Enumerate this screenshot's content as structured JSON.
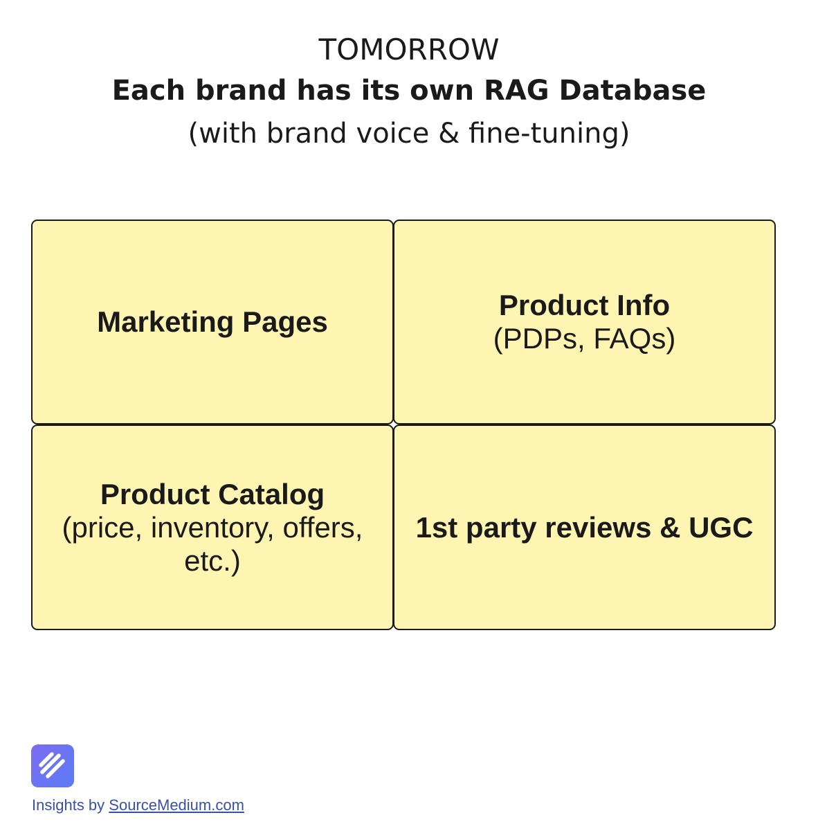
{
  "header": {
    "line1": "TOMORROW",
    "line2": "Each brand has its own RAG Database",
    "line3": "(with brand voice & fine-tuning)"
  },
  "cells": {
    "marketing": {
      "title": "Marketing Pages"
    },
    "product_info": {
      "title": "Product Info",
      "subtitle": "(PDPs, FAQs)"
    },
    "catalog": {
      "title": "Product Catalog",
      "subtitle": "(price, inventory, offers, etc.)"
    },
    "reviews": {
      "title": "1st party reviews & UGC"
    }
  },
  "footer": {
    "prefix": "Insights by ",
    "link": "SourceMedium.com"
  },
  "colors": {
    "cell_fill": "#fff5b3",
    "cell_border": "#1a1a1a",
    "logo_gradient_start": "#7c6cf0",
    "logo_gradient_end": "#5b7cf5",
    "footer_text": "#3a4fa8"
  },
  "icons": {
    "logo": "sourcemedium-logo-icon"
  }
}
